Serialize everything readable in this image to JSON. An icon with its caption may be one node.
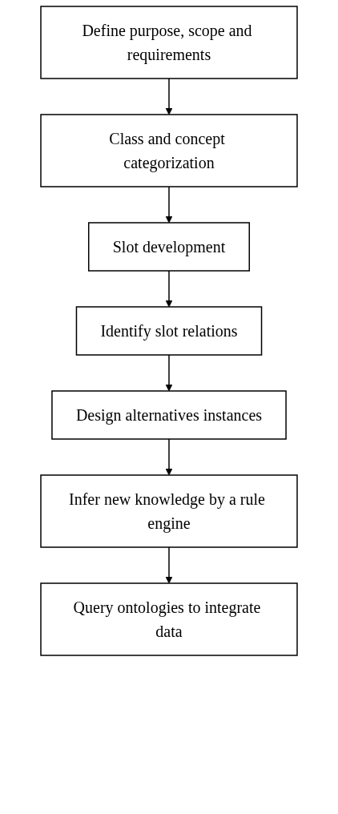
{
  "diagram": {
    "nodes": [
      {
        "text": [
          "Define purpose, scope and requirements"
        ]
      },
      {
        "text": [
          "Class and concept categorization"
        ]
      },
      {
        "text": [
          "Slot development"
        ]
      },
      {
        "text": [
          "Identify slot relations"
        ]
      },
      {
        "text": [
          "Design alternatives instances"
        ]
      },
      {
        "text": [
          "Infer new knowledge by a rule engine"
        ]
      },
      {
        "text": [
          "Query ontologies to integrate data"
        ]
      }
    ],
    "edges": [
      {
        "from": 0,
        "to": 1,
        "arrow": "to"
      },
      {
        "from": 1,
        "to": 2,
        "arrow": "to"
      },
      {
        "from": 2,
        "to": 3,
        "arrow": "to"
      },
      {
        "from": 3,
        "to": 4,
        "arrow": "to"
      },
      {
        "from": 4,
        "to": 5,
        "arrow": "to"
      },
      {
        "from": 5,
        "to": 6,
        "arrow": "to"
      }
    ]
  }
}
